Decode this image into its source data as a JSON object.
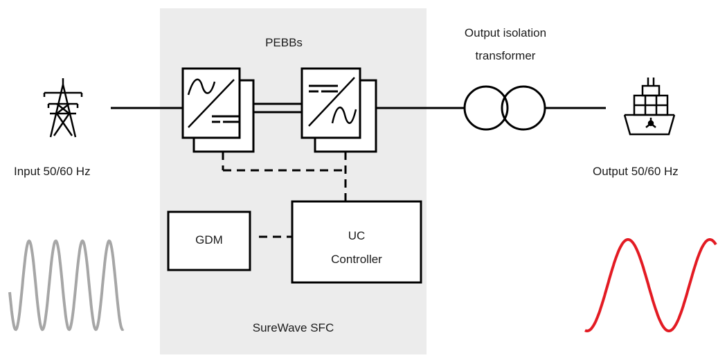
{
  "labels": {
    "pebbs": "PEBBs",
    "transformer_line1": "Output isolation",
    "transformer_line2": "transformer",
    "input": "Input 50/60 Hz",
    "output": "Output 50/60 Hz",
    "gdm": "GDM",
    "controller_line1": "UC",
    "controller_line2": "Controller",
    "system": "SureWave SFC"
  },
  "icons": {
    "input_source": "transmission-tower-icon",
    "output_load": "container-ship-icon",
    "rectifier": "ac-dc-converter-icon",
    "inverter": "dc-ac-converter-icon",
    "transformer": "transformer-coils-icon"
  },
  "colors": {
    "panel_bg": "#ececec",
    "line": "#000000",
    "input_wave": "#a6a6a6",
    "output_wave": "#e31b23"
  }
}
